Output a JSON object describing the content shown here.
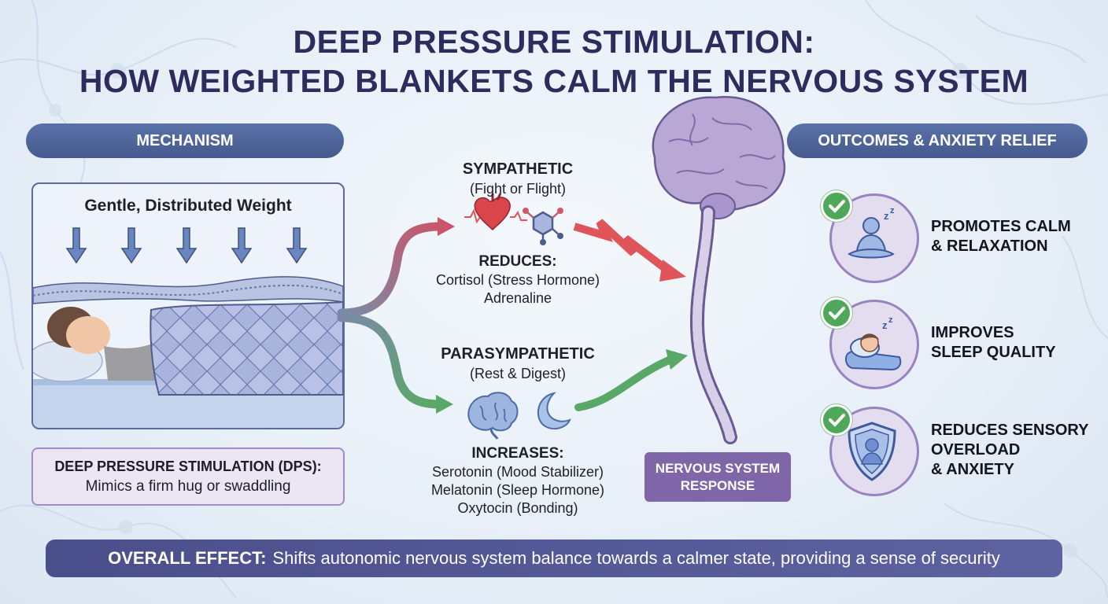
{
  "title": {
    "line1": "DEEP PRESSURE STIMULATION:",
    "line2": "HOW WEIGHTED BLANKETS CALM THE NERVOUS SYSTEM"
  },
  "mechanism": {
    "header": "MECHANISM",
    "panel_title": "Gentle, Distributed Weight",
    "dps_title": "DEEP PRESSURE STIMULATION (DPS):",
    "dps_text": "Mimics a firm hug or swaddling"
  },
  "sympathetic": {
    "title": "SYMPATHETIC",
    "subtitle": "(Fight or Flight)",
    "effect_label": "REDUCES:",
    "items": [
      "Cortisol (Stress Hormone)",
      "Adrenaline"
    ]
  },
  "parasympathetic": {
    "title": "PARASYMPATHETIC",
    "subtitle": "(Rest & Digest)",
    "effect_label": "INCREASES:",
    "items": [
      "Serotonin (Mood Stabilizer)",
      "Melatonin (Sleep Hormone)",
      "Oxytocin (Bonding)"
    ]
  },
  "nervous_system": {
    "line1": "NERVOUS SYSTEM",
    "line2": "RESPONSE"
  },
  "outcomes": {
    "header": "OUTCOMES & ANXIETY RELIEF",
    "items": [
      {
        "line1": "PROMOTES CALM",
        "line2": "& RELAXATION",
        "line3": "",
        "icon": "meditation-icon"
      },
      {
        "line1": "IMPROVES",
        "line2": "SLEEP QUALITY",
        "line3": "",
        "icon": "sleeping-person-icon"
      },
      {
        "line1": "REDUCES SENSORY",
        "line2": "OVERLOAD",
        "line3": "& ANXIETY",
        "icon": "shield-person-icon"
      }
    ]
  },
  "footer": {
    "label": "OVERALL EFFECT:",
    "text": "Shifts autonomic nervous system balance towards a calmer state, providing a sense of security"
  },
  "colors": {
    "title": "#2e2c5c",
    "pill": "#4d6198",
    "sympathetic_arrow": "#c9566a",
    "parasympathetic_arrow": "#5aa867",
    "check": "#4fa85a",
    "outcome_ring": "#9883bf",
    "ns_box": "#7e66a8",
    "footer": "#4f5490"
  }
}
